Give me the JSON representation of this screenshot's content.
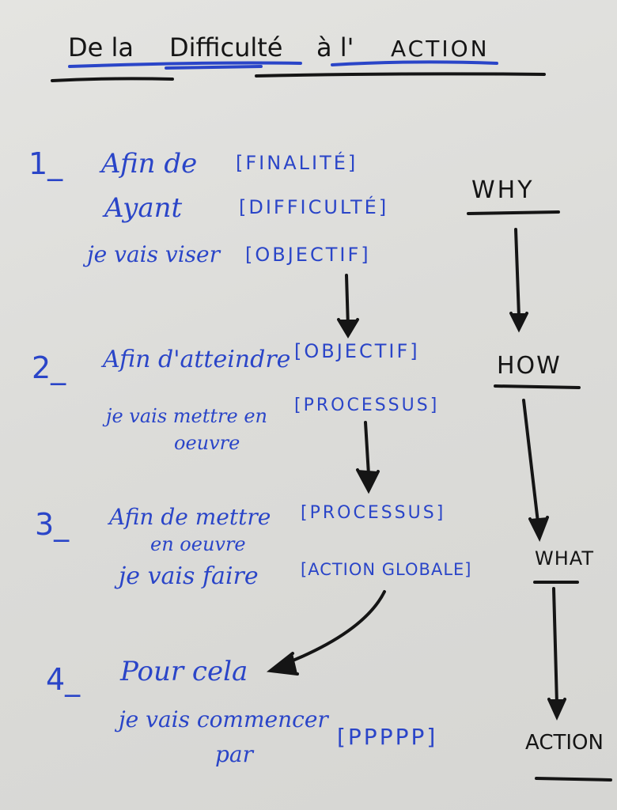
{
  "title": {
    "words": [
      "De la",
      "Difficulté",
      "à l'",
      "ACTION"
    ]
  },
  "steps": [
    {
      "number": "1_",
      "lines": [
        {
          "text": "Afin de",
          "tag": "[FINALITÉ]"
        },
        {
          "text": "Ayant",
          "tag": "[DIFFICULTÉ]"
        },
        {
          "text": "je vais viser",
          "tag": "[OBJECTIF]"
        }
      ]
    },
    {
      "number": "2_",
      "lines": [
        {
          "text": "Afin d'atteindre",
          "tag": "[OBJECTIF]"
        },
        {
          "text": "je vais mettre en",
          "tag": "[PROCESSUS]"
        },
        {
          "text": "oeuvre"
        }
      ]
    },
    {
      "number": "3_",
      "lines": [
        {
          "text": "Afin de mettre",
          "tag": "[PROCESSUS]"
        },
        {
          "text": "en oeuvre"
        },
        {
          "text": "je vais faire",
          "tag": "[ACTION GLOBALE]"
        }
      ]
    },
    {
      "number": "4_",
      "lines": [
        {
          "text": "Pour cela"
        },
        {
          "text": "je vais commencer",
          "tag": "[PPPPP]"
        },
        {
          "text": "par"
        }
      ]
    }
  ],
  "side_labels": [
    "WHY",
    "HOW",
    "WHAT",
    "ACTION"
  ],
  "colors": {
    "ink_blue": "#2a45c8",
    "ink_black": "#151515",
    "paper": "#dedeDB"
  }
}
